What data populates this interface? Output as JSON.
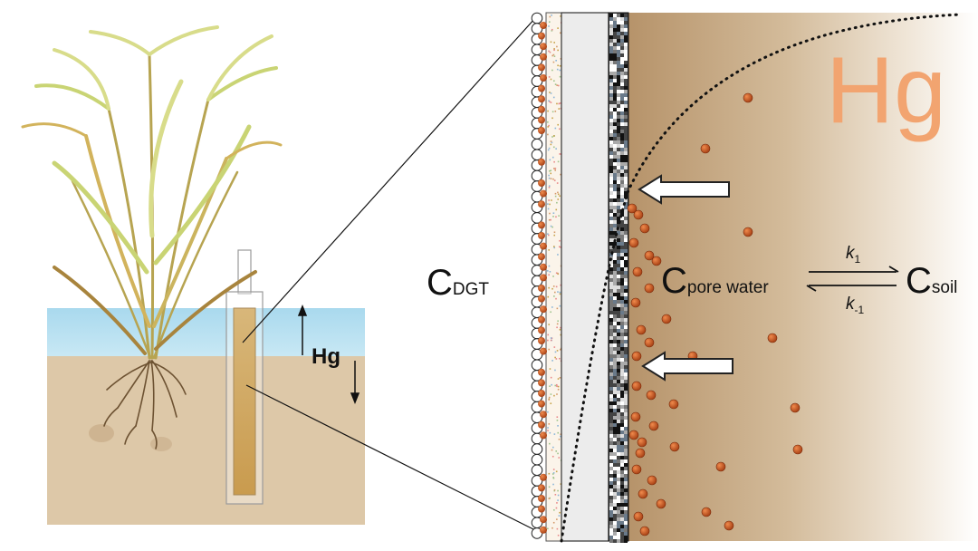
{
  "labels": {
    "hg_arrow": "Hg",
    "hg_big": "Hg",
    "c_dgt_main": "C",
    "c_dgt_sub": "DGT",
    "c_pw_main": "C",
    "c_pw_sub": "pore water",
    "c_soil_main": "C",
    "c_soil_sub": "soil",
    "k_forward": "k",
    "k_forward_sub": "1",
    "k_reverse": "k",
    "k_reverse_sub": "-1"
  },
  "colors": {
    "water": "#b4def0",
    "soil": "#ddc9a9",
    "soil_dark": "#b9966c",
    "hg_orange": "#f2a470",
    "particle": "#c4521e",
    "plant_green": "#c9d474",
    "plant_brown": "#a8843d"
  },
  "icons": [
    "rice-plant-icon",
    "roots-icon",
    "dgt-probe-icon",
    "arrow-up-icon",
    "arrow-down-icon",
    "diffusion-arrow-icon",
    "equilibrium-arrows-icon"
  ]
}
